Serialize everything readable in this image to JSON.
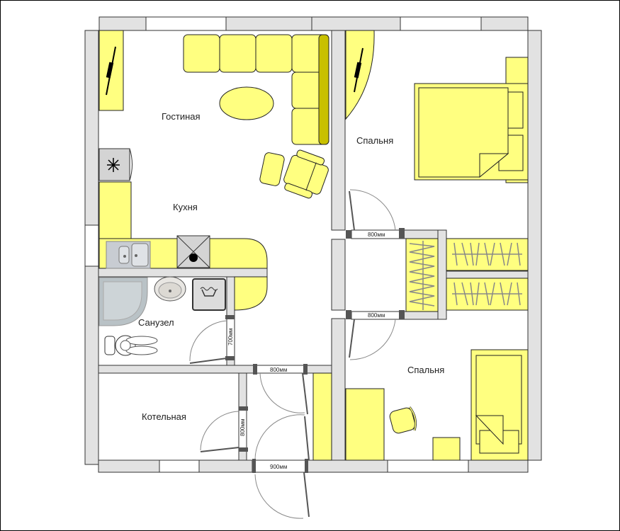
{
  "plan": {
    "rooms": [
      {
        "id": "living",
        "label": "Гостиная"
      },
      {
        "id": "kitchen",
        "label": "Кухня"
      },
      {
        "id": "bathroom",
        "label": "Санузел"
      },
      {
        "id": "boiler",
        "label": "Котельная"
      },
      {
        "id": "bedroom1",
        "label": "Спальня"
      },
      {
        "id": "bedroom2",
        "label": "Спальня"
      }
    ],
    "doors": [
      {
        "id": "bedroom1-door",
        "width": "800мм"
      },
      {
        "id": "bedroom2-door",
        "width": "800мм"
      },
      {
        "id": "bathroom-door",
        "width": "700мм"
      },
      {
        "id": "hall-door",
        "width": "800мм"
      },
      {
        "id": "boiler-door",
        "width": "800мм"
      },
      {
        "id": "entrance-door",
        "width": "900мм"
      }
    ]
  },
  "colors": {
    "furniture": "#ffff80",
    "furniture_accent": "#c8c000",
    "wall": "#e2e2e2",
    "outline": "#333333"
  }
}
